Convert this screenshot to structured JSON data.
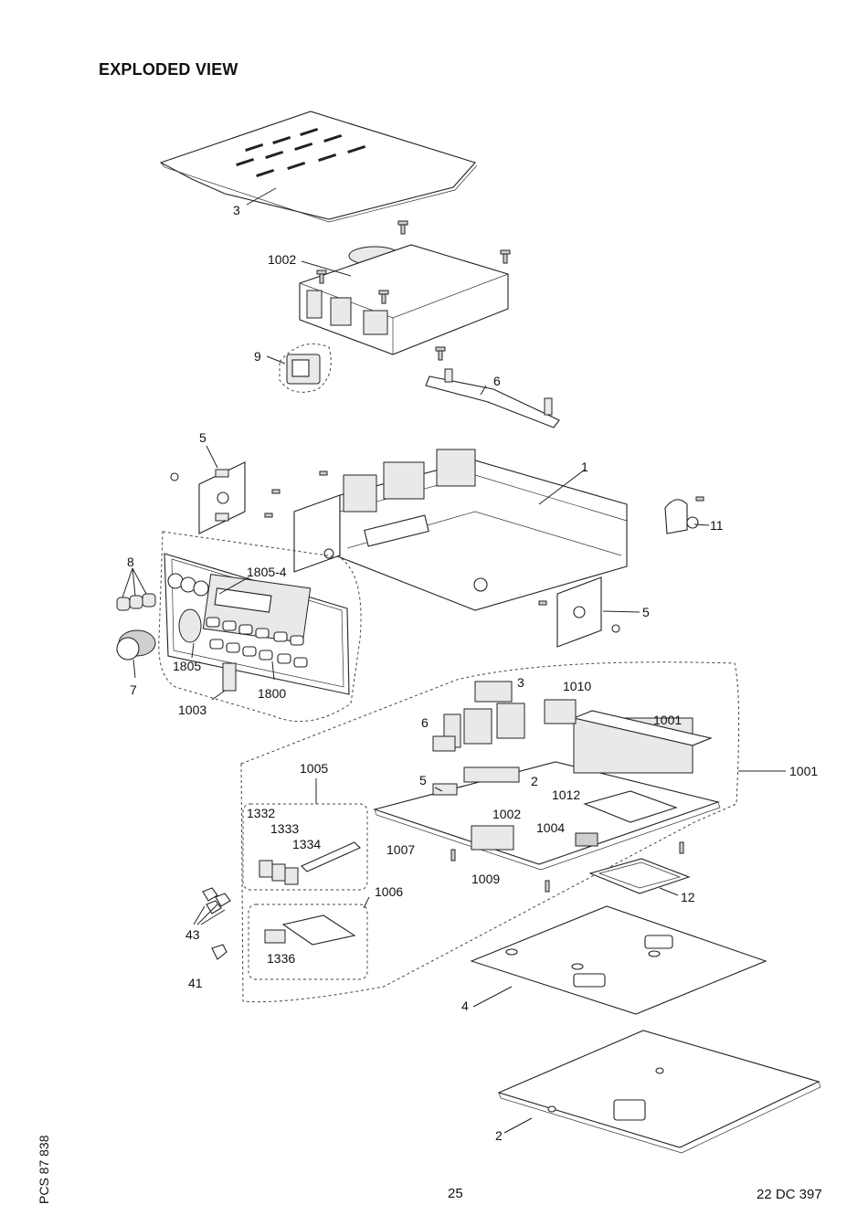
{
  "page": {
    "title": "EXPLODED VIEW",
    "page_number": "25",
    "document_code": "22 DC 397",
    "side_code": "PCS 87 838"
  },
  "labels": {
    "l3a": "3",
    "l1002a": "1002",
    "l9": "9",
    "l6a": "6",
    "l5a": "5",
    "l1": "1",
    "l11": "11",
    "l8": "8",
    "l1805_4": "1805-4",
    "l5b": "5",
    "l7": "7",
    "l1805": "1805",
    "l1800": "1800",
    "l1003": "1003",
    "l3b": "3",
    "l1010": "1010",
    "l6b": "6",
    "l1001a": "1001",
    "l1001b": "1001",
    "l1005": "1005",
    "l5c": "5",
    "l2a": "2",
    "l1012": "1012",
    "l1332": "1332",
    "l1002b": "1002",
    "l1333": "1333",
    "l1004": "1004",
    "l1334": "1334",
    "l1007": "1007",
    "l1009": "1009",
    "l1006": "1006",
    "l12": "12",
    "l43": "43",
    "l1336": "1336",
    "l41": "41",
    "l4": "4",
    "l2b": "2"
  }
}
